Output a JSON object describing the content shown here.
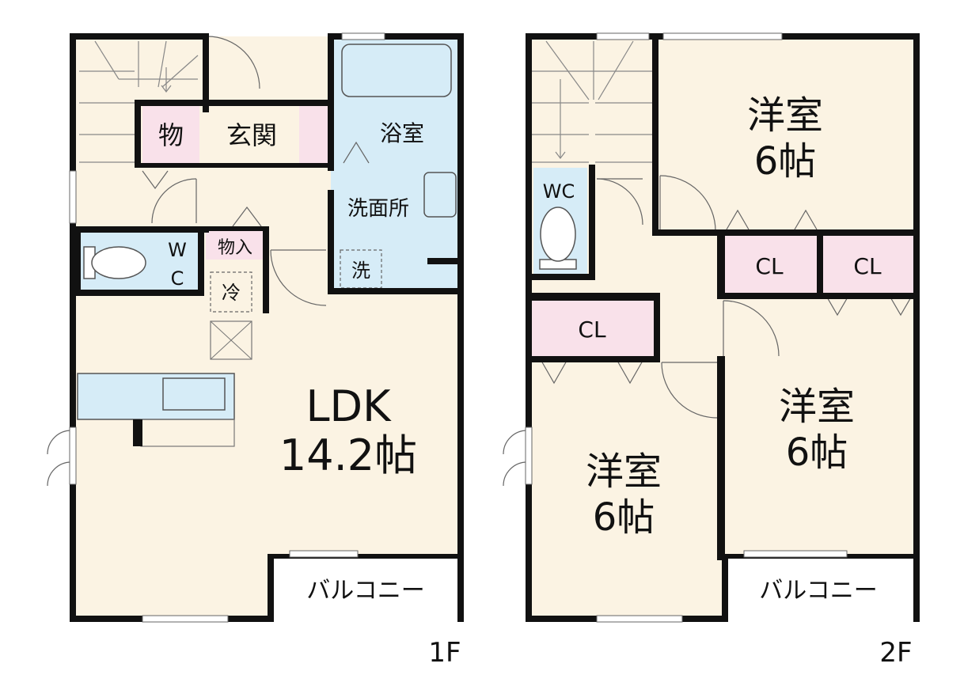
{
  "floor1": {
    "floor_label": "1F",
    "rooms": {
      "storage": "物",
      "entrance": "玄関",
      "bathroom": "浴室",
      "washroom": "洗面所",
      "washer": "洗",
      "toilet_top": "W",
      "toilet_bottom": "C",
      "closet": "物入",
      "fridge": "冷",
      "ldk_name": "LDK",
      "ldk_size": "14.2帖",
      "balcony": "バルコニー"
    }
  },
  "floor2": {
    "floor_label": "2F",
    "rooms": {
      "toilet": "WC",
      "room_ne_name": "洋室",
      "room_ne_size": "6帖",
      "closet_a": "CL",
      "closet_b": "CL",
      "closet_c": "CL",
      "room_se_name": "洋室",
      "room_se_size": "6帖",
      "room_sw_name": "洋室",
      "room_sw_size": "6帖",
      "balcony": "バルコニー"
    }
  },
  "colors": {
    "floor": "#fbf3e3",
    "wet": "#d6ecf7",
    "closet": "#f9e1ea",
    "wall": "#111111",
    "balcony": "#ffffff",
    "fixture": "#ffffff"
  }
}
